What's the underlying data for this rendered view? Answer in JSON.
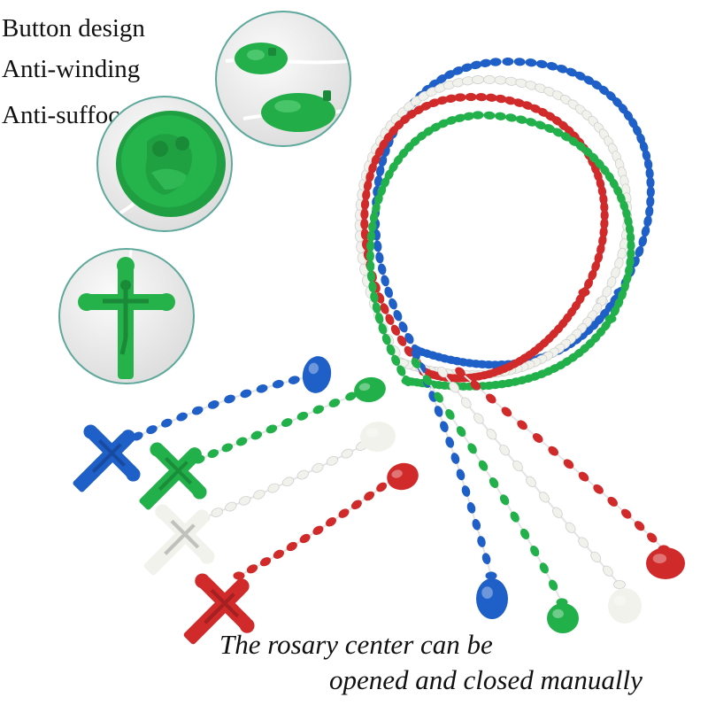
{
  "features": [
    "Button design",
    "Anti-winding",
    "Anti-suffocation"
  ],
  "caption": {
    "line1": "The rosary center can be",
    "line2": "opened and closed manually"
  },
  "colors": {
    "blue": "#1f5fc8",
    "green": "#22b04a",
    "white": "#f2f2ec",
    "red": "#d02a2a",
    "inset_border": "#5fa99c"
  },
  "insets": [
    "button-closeup",
    "centerpiece-closeup",
    "crucifix-closeup"
  ],
  "rosaries": [
    "blue",
    "green",
    "white",
    "red"
  ]
}
